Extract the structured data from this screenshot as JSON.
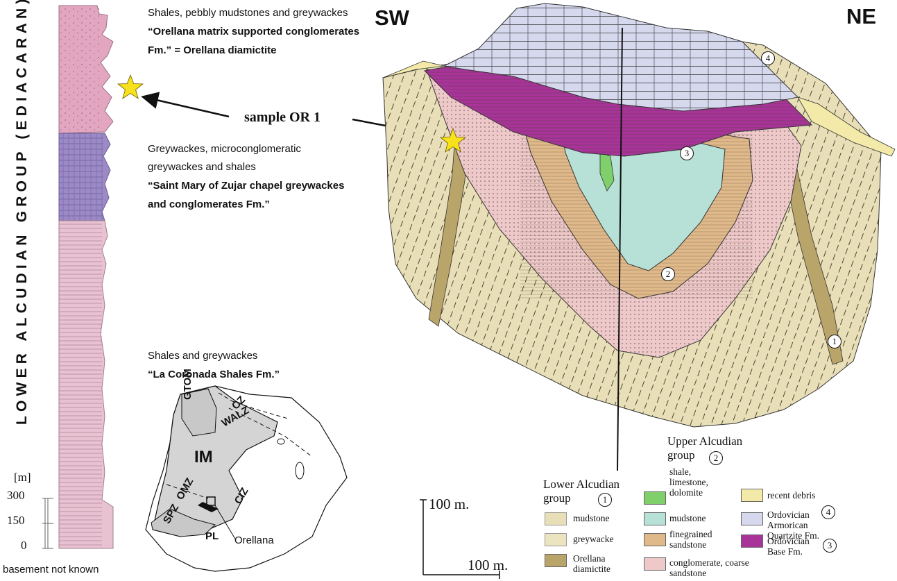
{
  "column": {
    "vertical_title": "LOWER ALCUDIAN GROUP (EDIACARAN)",
    "scale_unit": "[m]",
    "scale_ticks": [
      "300",
      "150",
      "0"
    ],
    "base_label": "basement not known",
    "units": [
      {
        "lithology": "Shales, pebbly mudstones and greywackes",
        "formation": "“Orellana matrix supported conglomerates Fm.” = Orellana diamictite"
      },
      {
        "lithology": "Greywackes, microconglomeratic greywackes and shales",
        "formation": "“Saint Mary of Zujar chapel greywackes and conglomerates Fm.”"
      },
      {
        "lithology": "Shales and greywackes",
        "formation": "“La Coronada Shales Fm.”"
      }
    ]
  },
  "sample_label": "sample OR 1",
  "cross_section": {
    "left_direction": "SW",
    "right_direction": "NE",
    "markers": [
      "1",
      "2",
      "3",
      "4"
    ],
    "vertical_scale": "100 m.",
    "horizontal_scale": "100 m."
  },
  "inset_map": {
    "zones": [
      "GTOM",
      "CZ",
      "WALZ",
      "IM",
      "OMZ",
      "CIZ",
      "SPZ",
      "PL"
    ],
    "locality": "Orellana"
  },
  "legend": {
    "lower_group": {
      "title": "Lower Alcudian group",
      "number": "1",
      "items": [
        {
          "label": "mudstone",
          "color": "#e8dfb8"
        },
        {
          "label": "greywacke",
          "color": "#ece3bf"
        },
        {
          "label": "Orellana diamictite",
          "color": "#b9a46a"
        }
      ]
    },
    "upper_group": {
      "title": "Upper Alcudian group",
      "number": "2",
      "items": [
        {
          "label": "shale, limestone, dolomite",
          "color": "#7fd06a"
        },
        {
          "label": "mudstone",
          "color": "#b7e0d6"
        },
        {
          "label": "finegrained sandstone",
          "color": "#e0b98a"
        },
        {
          "label": "conglomerate, coarse sandstone",
          "color": "#efc9c9"
        }
      ]
    },
    "others": [
      {
        "label": "recent debris",
        "color": "#f3e9a8"
      },
      {
        "label": "Ordovician Armorican Quartzite Fm.",
        "number": "4",
        "color": "#d6d8ee"
      },
      {
        "label": "Ordovician Base Fm.",
        "number": "3",
        "color": "#a8349a"
      }
    ]
  },
  "colors": {
    "upper_unit": "#e3a6c1",
    "middle_unit": "#9c8ac6",
    "lower_unit": "#e9c2d2",
    "star": "#f7e11a",
    "host_rock": "#e8dfb8"
  }
}
